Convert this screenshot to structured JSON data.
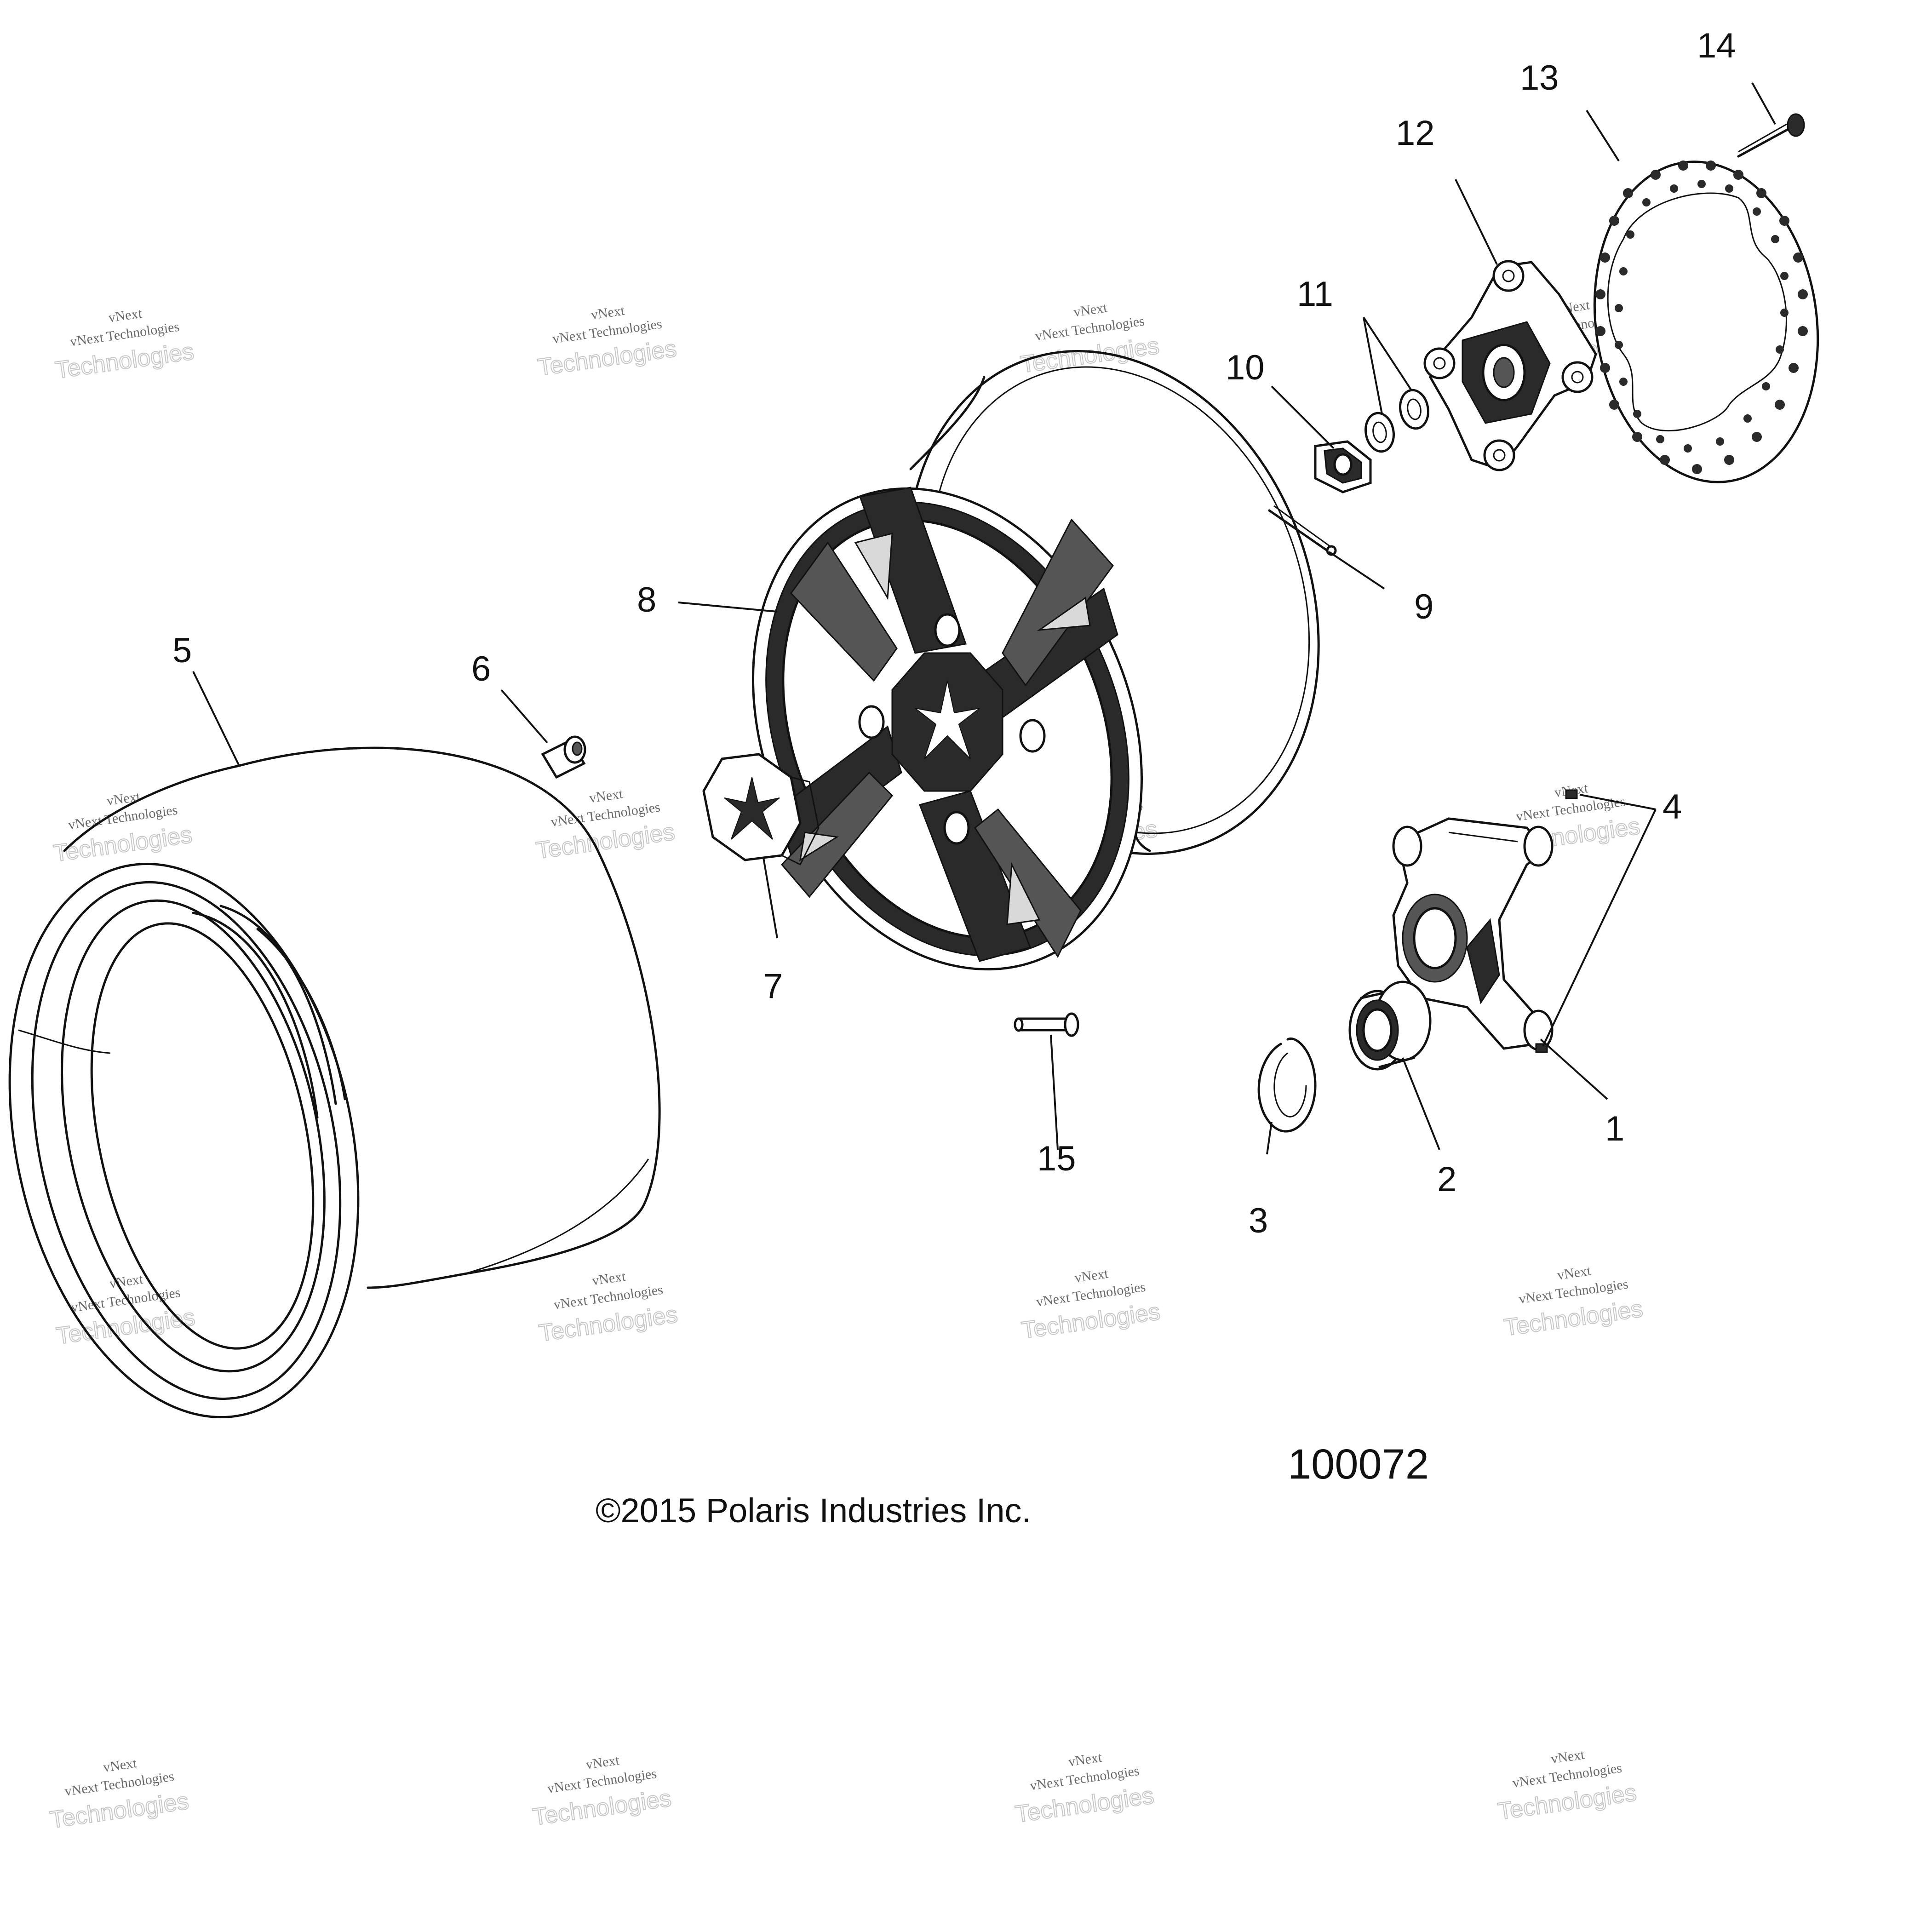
{
  "figure": {
    "number": "100072",
    "copyright": "©2015 Polaris Industries Inc."
  },
  "callouts": [
    {
      "id": "1",
      "label": "1"
    },
    {
      "id": "2",
      "label": "2"
    },
    {
      "id": "3",
      "label": "3"
    },
    {
      "id": "4",
      "label": "4"
    },
    {
      "id": "5",
      "label": "5"
    },
    {
      "id": "6",
      "label": "6"
    },
    {
      "id": "7",
      "label": "7"
    },
    {
      "id": "8",
      "label": "8"
    },
    {
      "id": "9",
      "label": "9"
    },
    {
      "id": "10",
      "label": "10"
    },
    {
      "id": "11",
      "label": "11"
    },
    {
      "id": "12",
      "label": "12"
    },
    {
      "id": "13",
      "label": "13"
    },
    {
      "id": "14",
      "label": "14"
    },
    {
      "id": "15",
      "label": "15"
    }
  ],
  "watermark": {
    "line1": "vNext Technologies",
    "line2": "Technologies",
    "line3": "vNext"
  }
}
